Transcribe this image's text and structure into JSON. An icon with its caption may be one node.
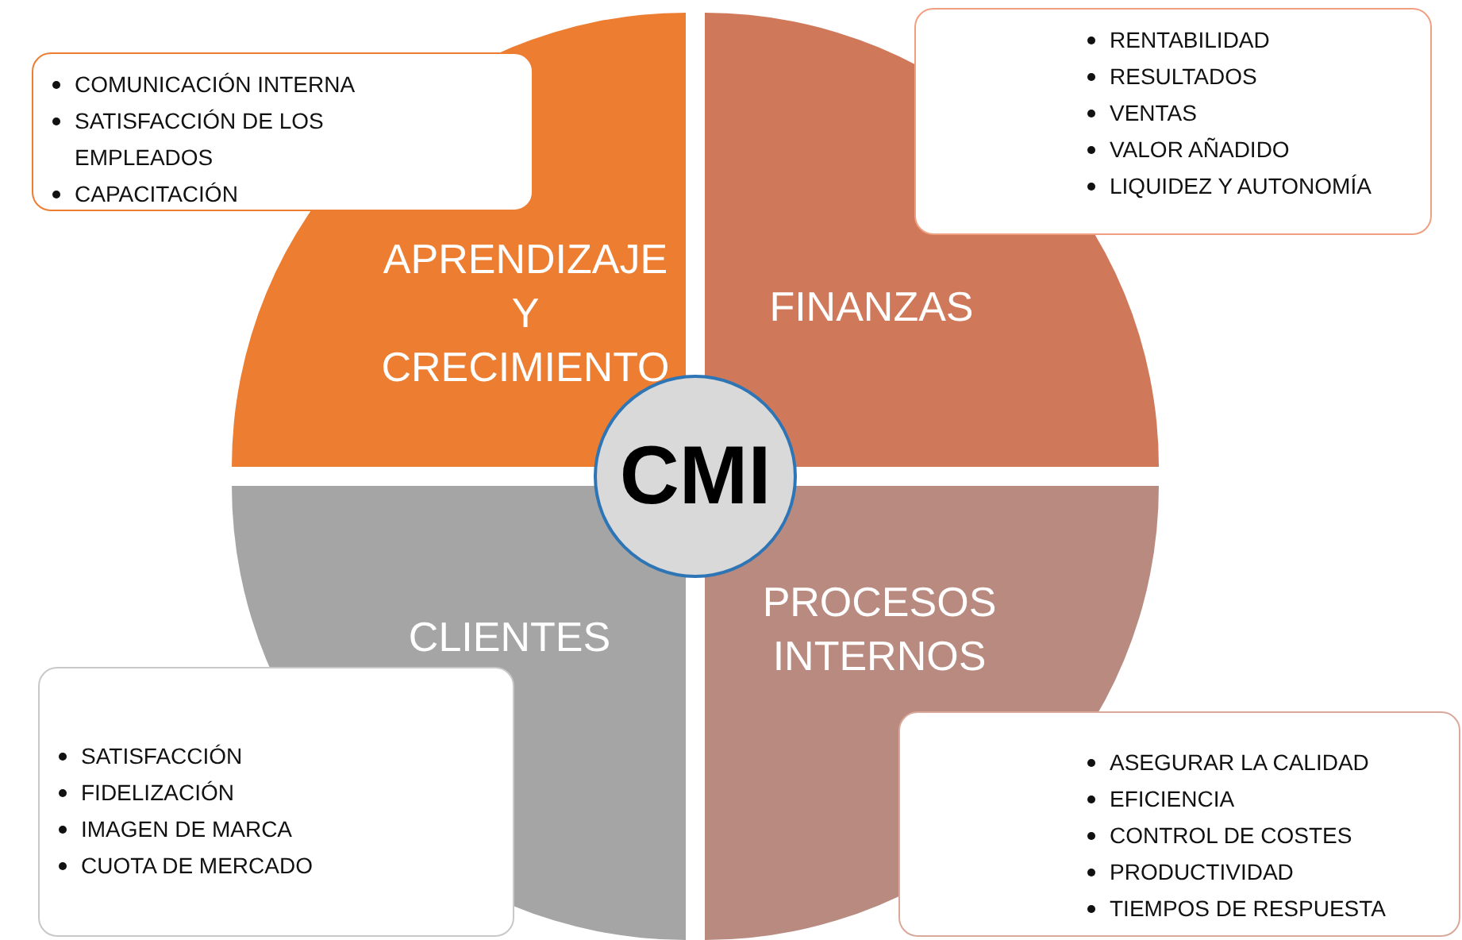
{
  "diagram": {
    "nodes": [
      {
        "text": [
          "COMUNICACIÓN INTERNA",
          "SATISFACCIÓN DE LOS EMPLEADOS",
          "CAPACITACIÓN"
        ]
      },
      {
        "text": [
          "RENTABILIDAD",
          "RESULTADOS",
          "VENTAS",
          "VALOR AÑADIDO",
          "LIQUIDEZ Y AUTONOMÍA"
        ]
      },
      {
        "text": [
          "APRENDIZAJE Y CRECIMIENTO"
        ]
      },
      {
        "text": [
          "FINANZAS"
        ]
      },
      {
        "text": [
          "CMI"
        ]
      },
      {
        "text": [
          "CLIENTES"
        ]
      },
      {
        "text": [
          "PROCESOS INTERNOS"
        ]
      },
      {
        "text": [
          "SATISFACCIÓN",
          "FIDELIZACIÓN",
          "IMAGEN DE MARCA",
          "CUOTA DE MERCADO"
        ]
      },
      {
        "text": [
          "ASEGURAR LA CALIDAD",
          "EFICIENCIA",
          "CONTROL DE COSTES",
          "PRODUCTIVIDAD",
          "TIEMPOS DE RESPUESTA"
        ]
      }
    ],
    "edges": []
  }
}
